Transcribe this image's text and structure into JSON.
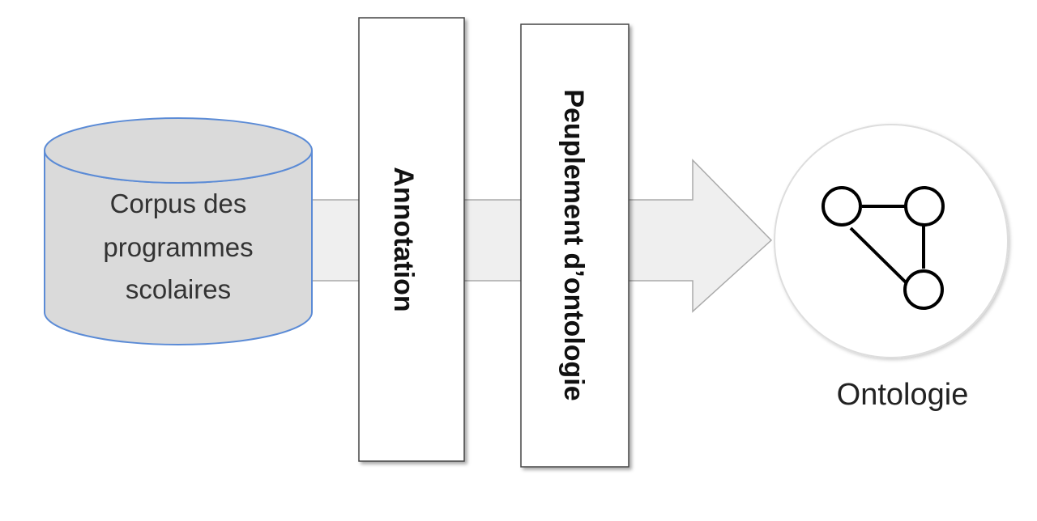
{
  "corpus": {
    "line1": "Corpus des",
    "line2": "programmes",
    "line3": "scolaires",
    "fill": "#dadada",
    "stroke": "#5b8bd6"
  },
  "steps": {
    "annotation": "Annotation",
    "population": "Peuplement d’ontologie"
  },
  "ontology": {
    "label": "Ontologie"
  },
  "colors": {
    "flow_fill": "#efefef",
    "flow_stroke": "#aaaaaa",
    "box_stroke": "#444444"
  }
}
